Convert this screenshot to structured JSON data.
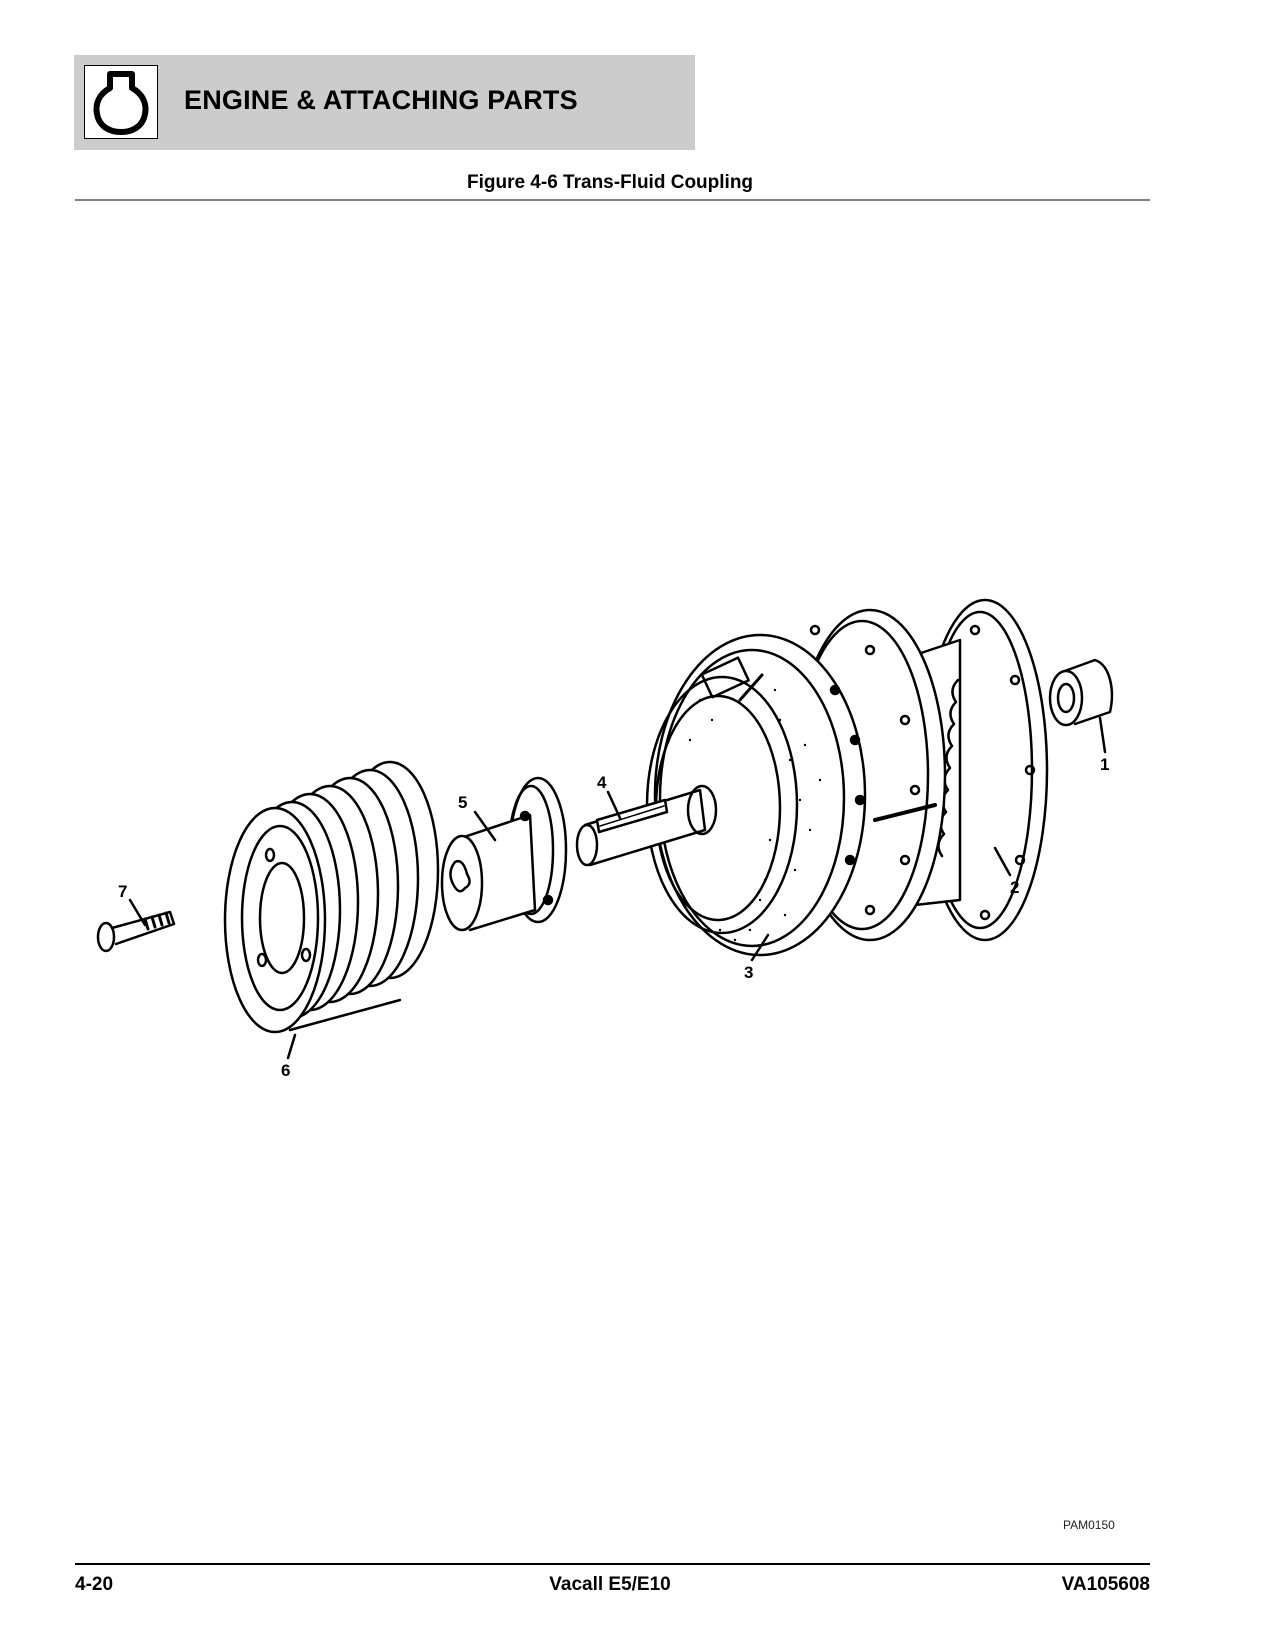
{
  "header": {
    "section_title": "ENGINE & ATTACHING PARTS",
    "section_icon": "engine-keyhole-icon",
    "banner_color": "#cccccc"
  },
  "figure": {
    "caption": "Figure 4-6 Trans-Fluid Coupling",
    "drawing_id": "PAM0150",
    "callouts": [
      {
        "number": "1",
        "part": "bearing"
      },
      {
        "number": "2",
        "part": "adapter-flange"
      },
      {
        "number": "3",
        "part": "fluid-coupling-housing"
      },
      {
        "number": "4",
        "part": "keyed-shaft"
      },
      {
        "number": "5",
        "part": "bushing-hub"
      },
      {
        "number": "6",
        "part": "sheave-pulley"
      },
      {
        "number": "7",
        "part": "bolt"
      }
    ]
  },
  "footer": {
    "page_number": "4-20",
    "model": "Vacall E5/E10",
    "document_number": "VA105608"
  }
}
